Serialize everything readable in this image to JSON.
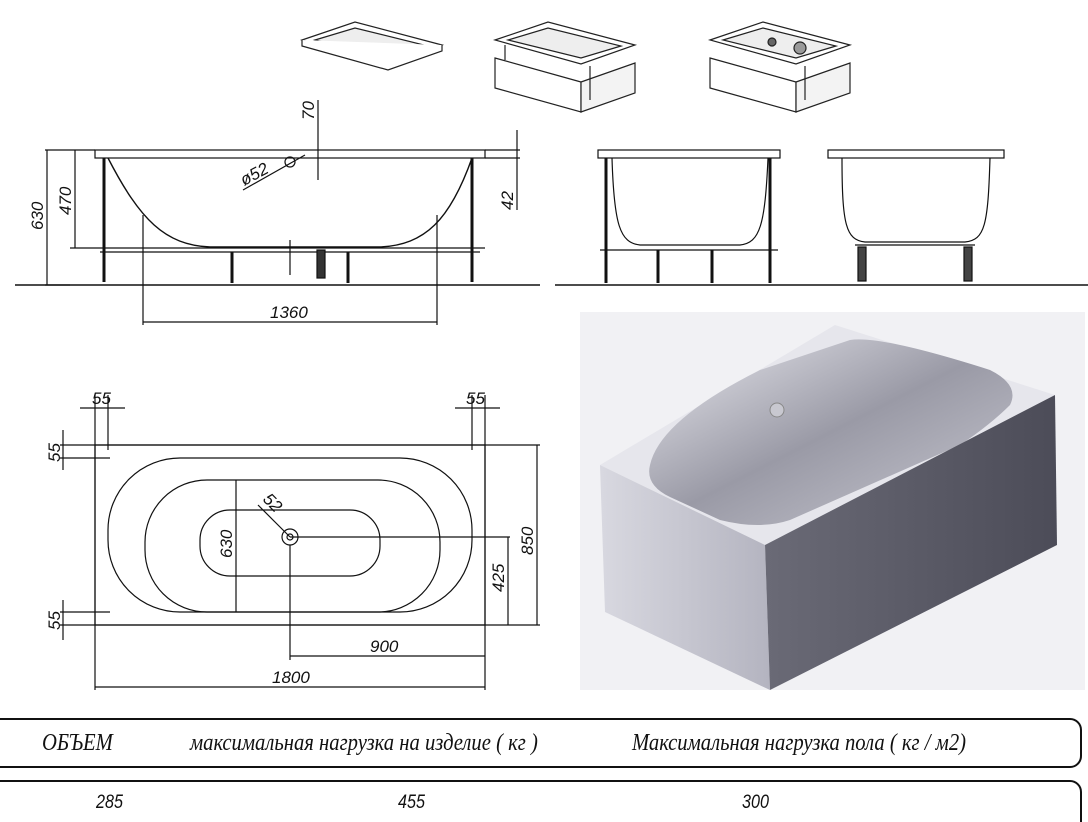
{
  "dimensions": {
    "side_total_height": "630",
    "side_tub_height": "470",
    "side_overflow_offset": "70",
    "side_rim_offset": "42",
    "overflow_diameter": "ø52",
    "side_bottom_length": "1360",
    "plan_rim_top_left": "55",
    "plan_rim_top_right": "55",
    "plan_rim_side_top": "55",
    "plan_rim_side_bottom": "55",
    "plan_inner_width": "630",
    "plan_total_width": "850",
    "plan_drain_offset_y": "425",
    "plan_drain_offset_x": "900",
    "plan_total_length": "1800",
    "plan_drain_diameter": "52"
  },
  "table": {
    "headers": [
      "ОБЪЕМ",
      "максимальная нагрузка на изделие ( кг )",
      "Максимальная нагрузка пола ( кг / м2)"
    ],
    "values": [
      "285",
      "455",
      "300"
    ]
  }
}
